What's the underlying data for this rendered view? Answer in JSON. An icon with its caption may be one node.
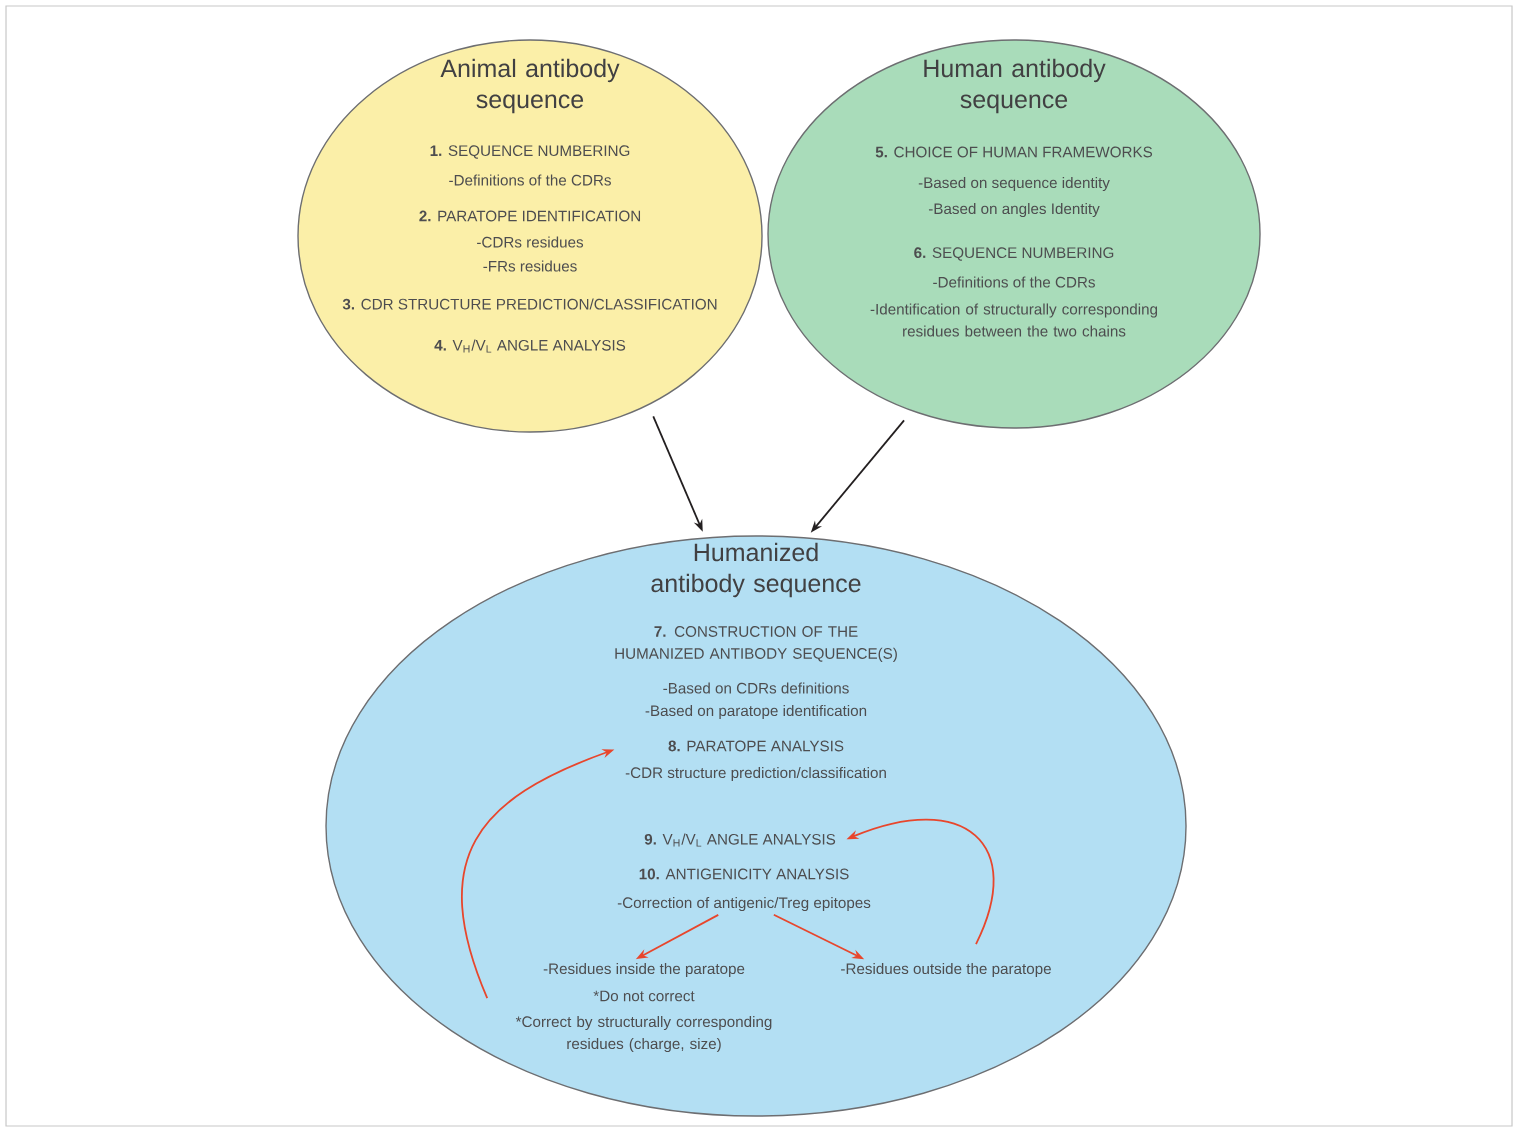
{
  "diagram": {
    "nodes": [
      {
        "text": [
          "Animal antibody sequence",
          "**1.** SEQUENCE NUMBERING",
          "-Definitions of the CDRs",
          "**2.** PARATOPE IDENTIFICATION",
          "-CDRs residues",
          "-FRs residues",
          "**3.** CDR STRUCTURE PREDICTION/CLASSIFICATION",
          "**4.** V$_{H}$/V$_{L}$ ANGLE ANALYSIS"
        ]
      },
      {
        "text": [
          "Human antibody sequence",
          "**5.** CHOICE OF HUMAN FRAMEWORKS",
          "-Based on sequence identity",
          "-Based on angles Identity",
          "**6.** SEQUENCE NUMBERING",
          "-Definitions of the CDRs",
          "-Identification of structurally corresponding residues between the two chains"
        ]
      },
      {
        "text": [
          "Humanized antibody sequence",
          "**7.** CONSTRUCTION OF THE HUMANIZED ANTIBODY SEQUENCE(S)",
          "-Based on CDRs definitions",
          "-Based on paratope identification"
        ]
      },
      {
        "text": [
          "**8.** PARATOPE ANALYSIS",
          "-CDR structure prediction/classification"
        ],
        "in": 2
      },
      {
        "text": [
          "**9.** V$_{H}$/V$_{L}$ ANGLE ANALYSIS"
        ],
        "in": 2
      },
      {
        "text": [
          "**10.** ANTIGENICITY ANALYSIS",
          "-Correction of antigenic/Treg epitopes"
        ],
        "in": 2
      },
      {
        "text": [
          "-Residues inside the paratope",
          "*Do not correct",
          "*Correct by structurally corresponding residues (charge, size)"
        ],
        "in": 2
      },
      {
        "text": [
          "-Residues outside the paratope"
        ],
        "in": 2
      }
    ],
    "edges": [
      {
        "from": 0,
        "to": 2,
        "arrow": "to",
        "color": "#231f20"
      },
      {
        "from": 1,
        "to": 2,
        "arrow": "to",
        "color": "#231f20"
      },
      {
        "from": 5,
        "to": 6,
        "arrow": "to"
      },
      {
        "from": 5,
        "to": 7,
        "arrow": "to"
      },
      {
        "from": 6,
        "to": 3,
        "arrow": "to"
      },
      {
        "from": 7,
        "to": 4,
        "arrow": "to"
      }
    ]
  }
}
